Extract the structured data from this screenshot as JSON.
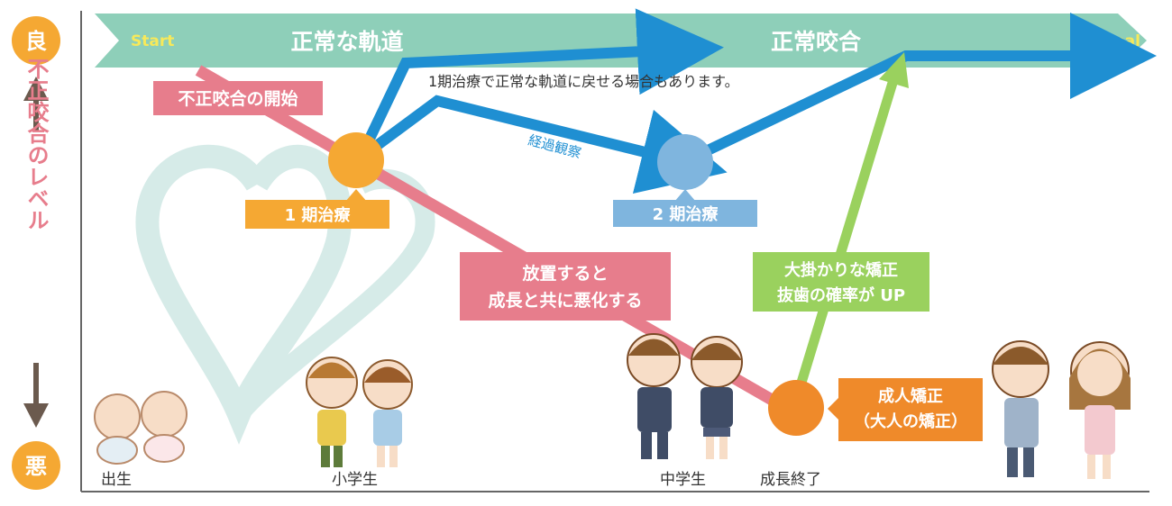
{
  "axis": {
    "top": "良",
    "bottom": "悪",
    "vertical_label": "不正咬合のレベル"
  },
  "banner": {
    "start": "Start",
    "goal": "Goal",
    "left_title": "正常な軌道",
    "right_title": "正常咬合"
  },
  "notes": {
    "return_note": "1期治療で正常な軌道に戻せる場合もあります。",
    "observation": "経過観察"
  },
  "tags": {
    "start_malocclusion": "不正咬合の開始",
    "phase1": "1 期治療",
    "phase2": "2 期治療",
    "worsen_line1": "放置すると",
    "worsen_line2": "成長と共に悪化する",
    "major_line1": "大掛かりな矯正",
    "major_line2": "抜歯の確率が UP",
    "adult_line1": "成人矯正",
    "adult_line2": "（大人の矯正）"
  },
  "timeline": {
    "birth": "出生",
    "elementary": "小学生",
    "junior_high": "中学生",
    "growth_end": "成長終了"
  },
  "colors": {
    "banner": "#8ecfb9",
    "pink": "#e77d8c",
    "blue": "#1f8fd2",
    "light_blue": "#7fb5de",
    "orange": "#f5a833",
    "dark_orange": "#ef8a2a",
    "green": "#9ad15e",
    "heart": "#d6ebe8"
  }
}
